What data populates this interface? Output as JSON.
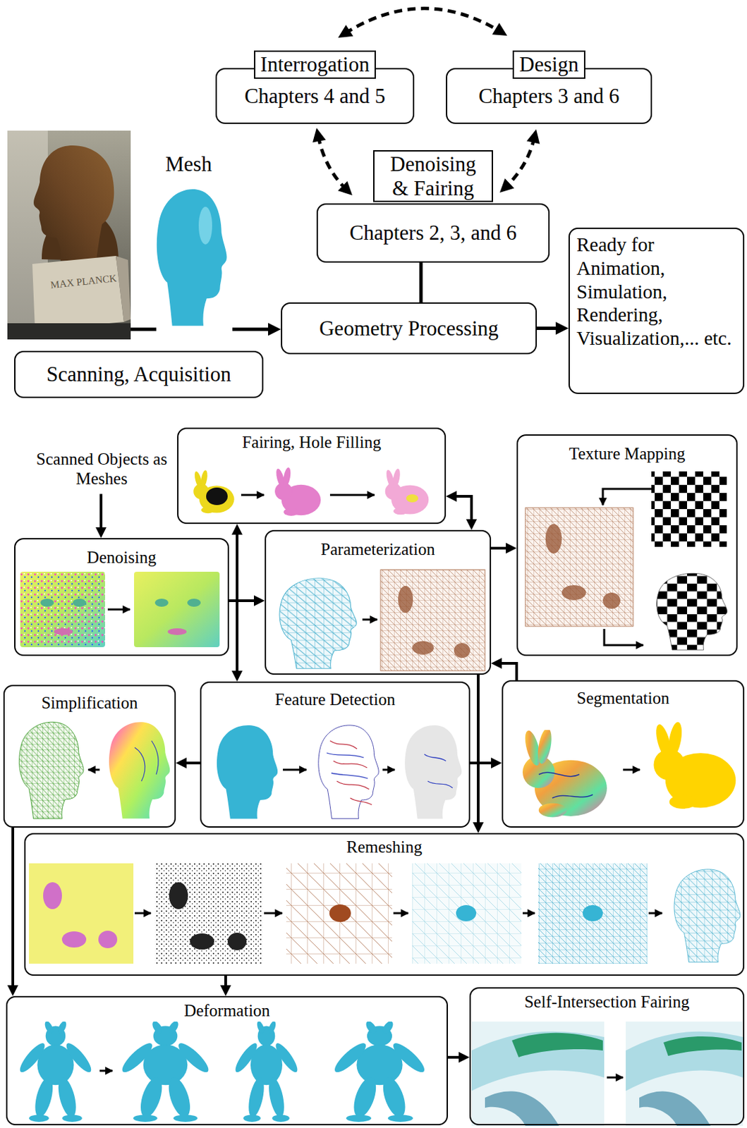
{
  "diagram": {
    "nodes": [
      {
        "text": [
          "Interrogation",
          "Chapters 4 and 5"
        ]
      },
      {
        "text": [
          "Design",
          "Chapters 3 and 6"
        ]
      },
      {
        "text": [
          "Denoising & Fairing",
          "Chapters 2, 3, and 6"
        ]
      },
      {
        "text": [
          "Mesh"
        ]
      },
      {
        "text": [
          "Ready for Animation, Simulation, Rendering, Visualization,... etc."
        ]
      },
      {
        "text": [
          "Geometry Processing"
        ]
      },
      {
        "text": [
          "Scanning, Acquisition"
        ]
      },
      {
        "text": [
          "Fairing, Hole Filling"
        ]
      },
      {
        "text": [
          "Texture Mapping"
        ]
      },
      {
        "text": [
          "Scanned Objects as Meshes"
        ]
      },
      {
        "text": [
          "Denoising"
        ]
      },
      {
        "text": [
          "Parameterization"
        ]
      },
      {
        "text": [
          "Simplification"
        ]
      },
      {
        "text": [
          "Feature Detection"
        ]
      },
      {
        "text": [
          "Segmentation"
        ]
      },
      {
        "text": [
          "Remeshing"
        ]
      },
      {
        "text": [
          "Deformation"
        ]
      },
      {
        "text": [
          "Self-Intersection Fairing"
        ]
      }
    ],
    "edges": [
      {
        "from": 0,
        "to": 1,
        "arrow": "both"
      },
      {
        "from": 0,
        "to": 2,
        "arrow": "both"
      },
      {
        "from": 1,
        "to": 2,
        "arrow": "both"
      },
      {
        "from": 2,
        "to": 5,
        "arrow": "none"
      },
      {
        "from": 3,
        "to": 5,
        "arrow": "to"
      },
      {
        "from": 5,
        "to": 4,
        "arrow": "to"
      },
      {
        "from": 9,
        "to": 10,
        "arrow": "to"
      },
      {
        "from": 10,
        "to": 11,
        "arrow": "to"
      },
      {
        "from": 7,
        "to": 13,
        "arrow": "both"
      },
      {
        "from": 11,
        "to": 7,
        "arrow": "both"
      },
      {
        "from": 11,
        "to": 8,
        "arrow": "to"
      },
      {
        "from": 14,
        "to": 11,
        "arrow": "to"
      },
      {
        "from": 11,
        "to": 15,
        "arrow": "to"
      },
      {
        "from": 13,
        "to": 14,
        "arrow": "to"
      },
      {
        "from": 13,
        "to": 12,
        "arrow": "to"
      },
      {
        "from": 12,
        "to": 16,
        "arrow": "to"
      },
      {
        "from": 15,
        "to": 16,
        "arrow": "to"
      },
      {
        "from": 16,
        "to": 17,
        "arrow": "to"
      }
    ],
    "labels": [
      "MAX PLANCK"
    ]
  }
}
